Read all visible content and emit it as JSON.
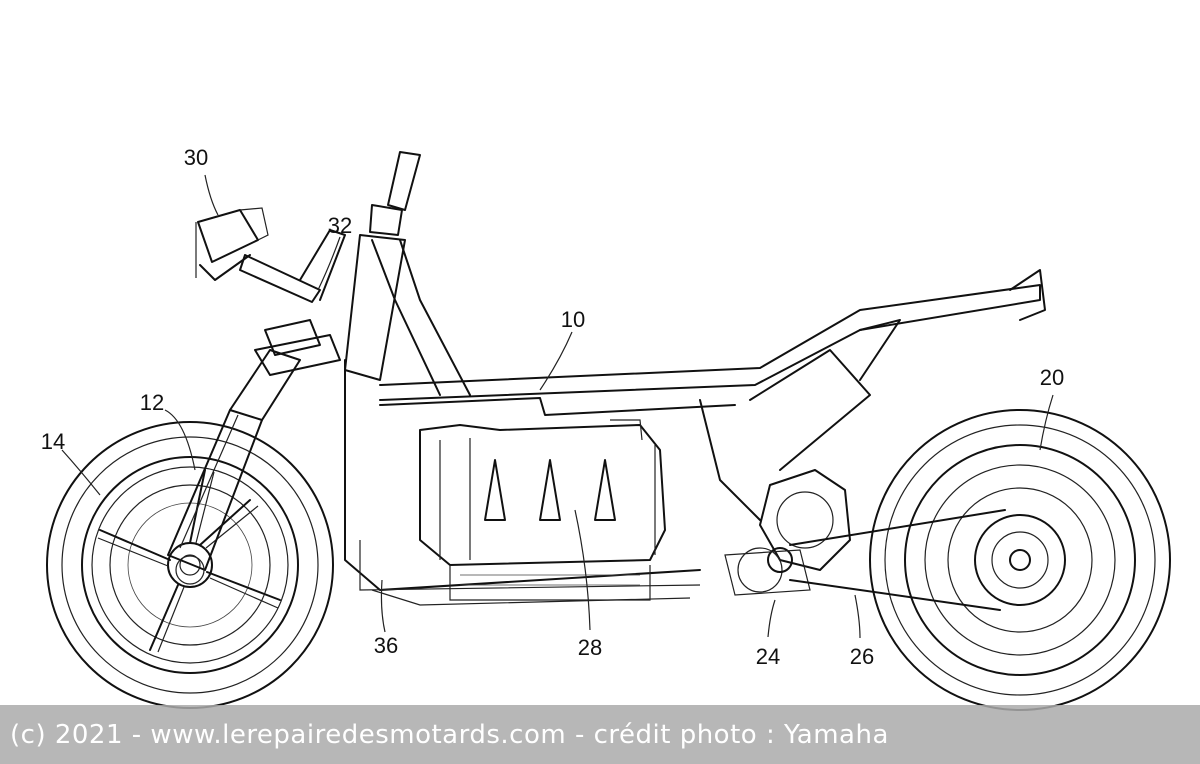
{
  "labels": {
    "l10": "10",
    "l12": "12",
    "l14": "14",
    "l20": "20",
    "l24": "24",
    "l26": "26",
    "l28": "28",
    "l30": "30",
    "l32": "32",
    "l36": "36"
  },
  "credit": "(c) 2021 - www.lerepairedesmotards.com  - crédit photo : Yamaha",
  "colors": {
    "line": "#111111",
    "banner": "#aaaaaa",
    "banner_text": "#ffffff"
  }
}
